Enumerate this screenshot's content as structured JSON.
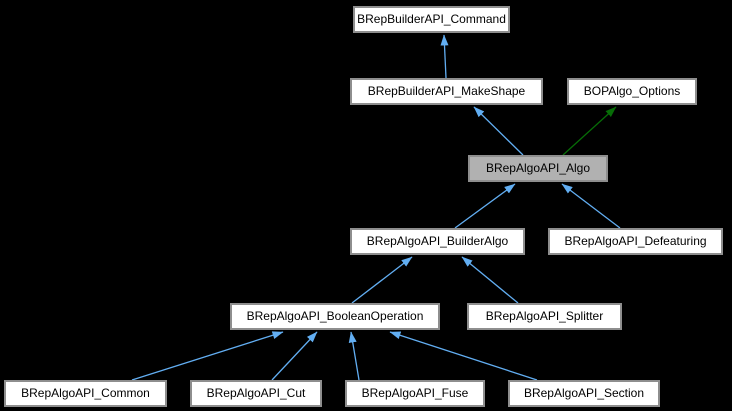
{
  "diagram": {
    "kind": "class-inheritance-graph",
    "highlighted_node": "BRepAlgoAPI_Algo",
    "colors": {
      "background": "#000000",
      "node_fill": "#ffffff",
      "node_border": "#8e8e8e",
      "node_highlight_fill": "#b1b1b1",
      "node_text": "#000000",
      "inheritance_arrow_blue": "#62aef2",
      "inheritance_arrow_green": "#076d07"
    },
    "nodes": [
      {
        "id": "BRepBuilderAPI_Command",
        "label": "BRepBuilderAPI_Command"
      },
      {
        "id": "BRepBuilderAPI_MakeShape",
        "label": "BRepBuilderAPI_MakeShape"
      },
      {
        "id": "BOPAlgo_Options",
        "label": "BOPAlgo_Options"
      },
      {
        "id": "BRepAlgoAPI_Algo",
        "label": "BRepAlgoAPI_Algo"
      },
      {
        "id": "BRepAlgoAPI_BuilderAlgo",
        "label": "BRepAlgoAPI_BuilderAlgo"
      },
      {
        "id": "BRepAlgoAPI_Defeaturing",
        "label": "BRepAlgoAPI_Defeaturing"
      },
      {
        "id": "BRepAlgoAPI_BooleanOperation",
        "label": "BRepAlgoAPI_BooleanOperation"
      },
      {
        "id": "BRepAlgoAPI_Splitter",
        "label": "BRepAlgoAPI_Splitter"
      },
      {
        "id": "BRepAlgoAPI_Common",
        "label": "BRepAlgoAPI_Common"
      },
      {
        "id": "BRepAlgoAPI_Cut",
        "label": "BRepAlgoAPI_Cut"
      },
      {
        "id": "BRepAlgoAPI_Fuse",
        "label": "BRepAlgoAPI_Fuse"
      },
      {
        "id": "BRepAlgoAPI_Section",
        "label": "BRepAlgoAPI_Section"
      }
    ],
    "edges": [
      {
        "from": "BRepBuilderAPI_MakeShape",
        "to": "BRepBuilderAPI_Command",
        "color": "blue"
      },
      {
        "from": "BRepAlgoAPI_Algo",
        "to": "BRepBuilderAPI_MakeShape",
        "color": "blue"
      },
      {
        "from": "BRepAlgoAPI_Algo",
        "to": "BOPAlgo_Options",
        "color": "green"
      },
      {
        "from": "BRepAlgoAPI_BuilderAlgo",
        "to": "BRepAlgoAPI_Algo",
        "color": "blue"
      },
      {
        "from": "BRepAlgoAPI_Defeaturing",
        "to": "BRepAlgoAPI_Algo",
        "color": "blue"
      },
      {
        "from": "BRepAlgoAPI_BooleanOperation",
        "to": "BRepAlgoAPI_BuilderAlgo",
        "color": "blue"
      },
      {
        "from": "BRepAlgoAPI_Splitter",
        "to": "BRepAlgoAPI_BuilderAlgo",
        "color": "blue"
      },
      {
        "from": "BRepAlgoAPI_Common",
        "to": "BRepAlgoAPI_BooleanOperation",
        "color": "blue"
      },
      {
        "from": "BRepAlgoAPI_Cut",
        "to": "BRepAlgoAPI_BooleanOperation",
        "color": "blue"
      },
      {
        "from": "BRepAlgoAPI_Fuse",
        "to": "BRepAlgoAPI_BooleanOperation",
        "color": "blue"
      },
      {
        "from": "BRepAlgoAPI_Section",
        "to": "BRepAlgoAPI_BooleanOperation",
        "color": "blue"
      }
    ]
  }
}
